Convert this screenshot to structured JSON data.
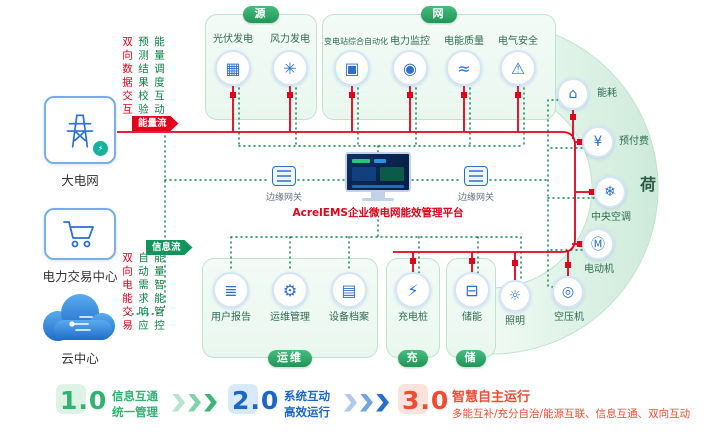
{
  "colors": {
    "energy_flow": "#e2001a",
    "info_flow": "#0a8043",
    "brand_green": "#31b271",
    "brand_blue": "#1a67c9",
    "brand_orange": "#ee4d33",
    "icon_blue": "#2a6fd1"
  },
  "left": {
    "grid_label": "大电网",
    "trade_label": "电力交易中心",
    "cloud_label": "云中心"
  },
  "flows": {
    "energy_label": "能量流",
    "info_label": "信息流",
    "top_notes": [
      "双向数据交互",
      "预测结果校验",
      "能量调度互动"
    ],
    "bottom_notes": [
      "双向电能交易",
      "自动需求响应",
      "能量智能管控"
    ]
  },
  "groups": {
    "source": {
      "title": "源",
      "items": [
        {
          "label": "光伏发电",
          "icon": "solar-panel-icon",
          "glyph": "▦"
        },
        {
          "label": "风力发电",
          "icon": "wind-turbine-icon",
          "glyph": "✳"
        }
      ]
    },
    "grid": {
      "title": "网",
      "items": [
        {
          "label": "变电站综合自动化",
          "icon": "substation-icon",
          "glyph": "▣"
        },
        {
          "label": "电力监控",
          "icon": "power-monitor-icon",
          "glyph": "◉"
        },
        {
          "label": "电能质量",
          "icon": "power-quality-icon",
          "glyph": "≈"
        },
        {
          "label": "电气安全",
          "icon": "electrical-safety-icon",
          "glyph": "⚠"
        }
      ]
    },
    "load": {
      "title": "荷",
      "items": [
        {
          "label": "能耗",
          "icon": "energy-consumption-icon",
          "glyph": "⌂"
        },
        {
          "label": "预付费",
          "icon": "prepaid-icon",
          "glyph": "¥"
        },
        {
          "label": "中央空调",
          "icon": "hvac-icon",
          "glyph": "❄"
        },
        {
          "label": "电动机",
          "icon": "motor-icon",
          "glyph": "Ⓜ"
        },
        {
          "label": "空压机",
          "icon": "compressor-icon",
          "glyph": "◎"
        },
        {
          "label": "照明",
          "icon": "lighting-icon",
          "glyph": "☼"
        }
      ]
    },
    "om": {
      "title": "运维",
      "items": [
        {
          "label": "用户报告",
          "icon": "user-report-icon",
          "glyph": "≣"
        },
        {
          "label": "运维管理",
          "icon": "om-management-icon",
          "glyph": "⚙"
        },
        {
          "label": "设备档案",
          "icon": "equipment-archive-icon",
          "glyph": "▤"
        }
      ]
    },
    "charge": {
      "title": "充",
      "items": [
        {
          "label": "充电桩",
          "icon": "charging-pile-icon",
          "glyph": "⚡"
        }
      ]
    },
    "storage": {
      "title": "储",
      "items": [
        {
          "label": "储能",
          "icon": "energy-storage-icon",
          "glyph": "⊟"
        }
      ]
    }
  },
  "platform": {
    "caption": "AcrelEMS企业微电网能效管理平台",
    "gateway_left": "边缘网关",
    "gateway_right": "边缘网关"
  },
  "legend": {
    "items": [
      {
        "version": "1.0",
        "line1": "信息互通",
        "line2": "统一管理"
      },
      {
        "version": "2.0",
        "line1": "系统互动",
        "line2": "高效运行"
      },
      {
        "version": "3.0",
        "line1": "智慧自主运行",
        "line2": "多能互补/充分自治/能源互联、信息互通、双向互动"
      }
    ]
  }
}
